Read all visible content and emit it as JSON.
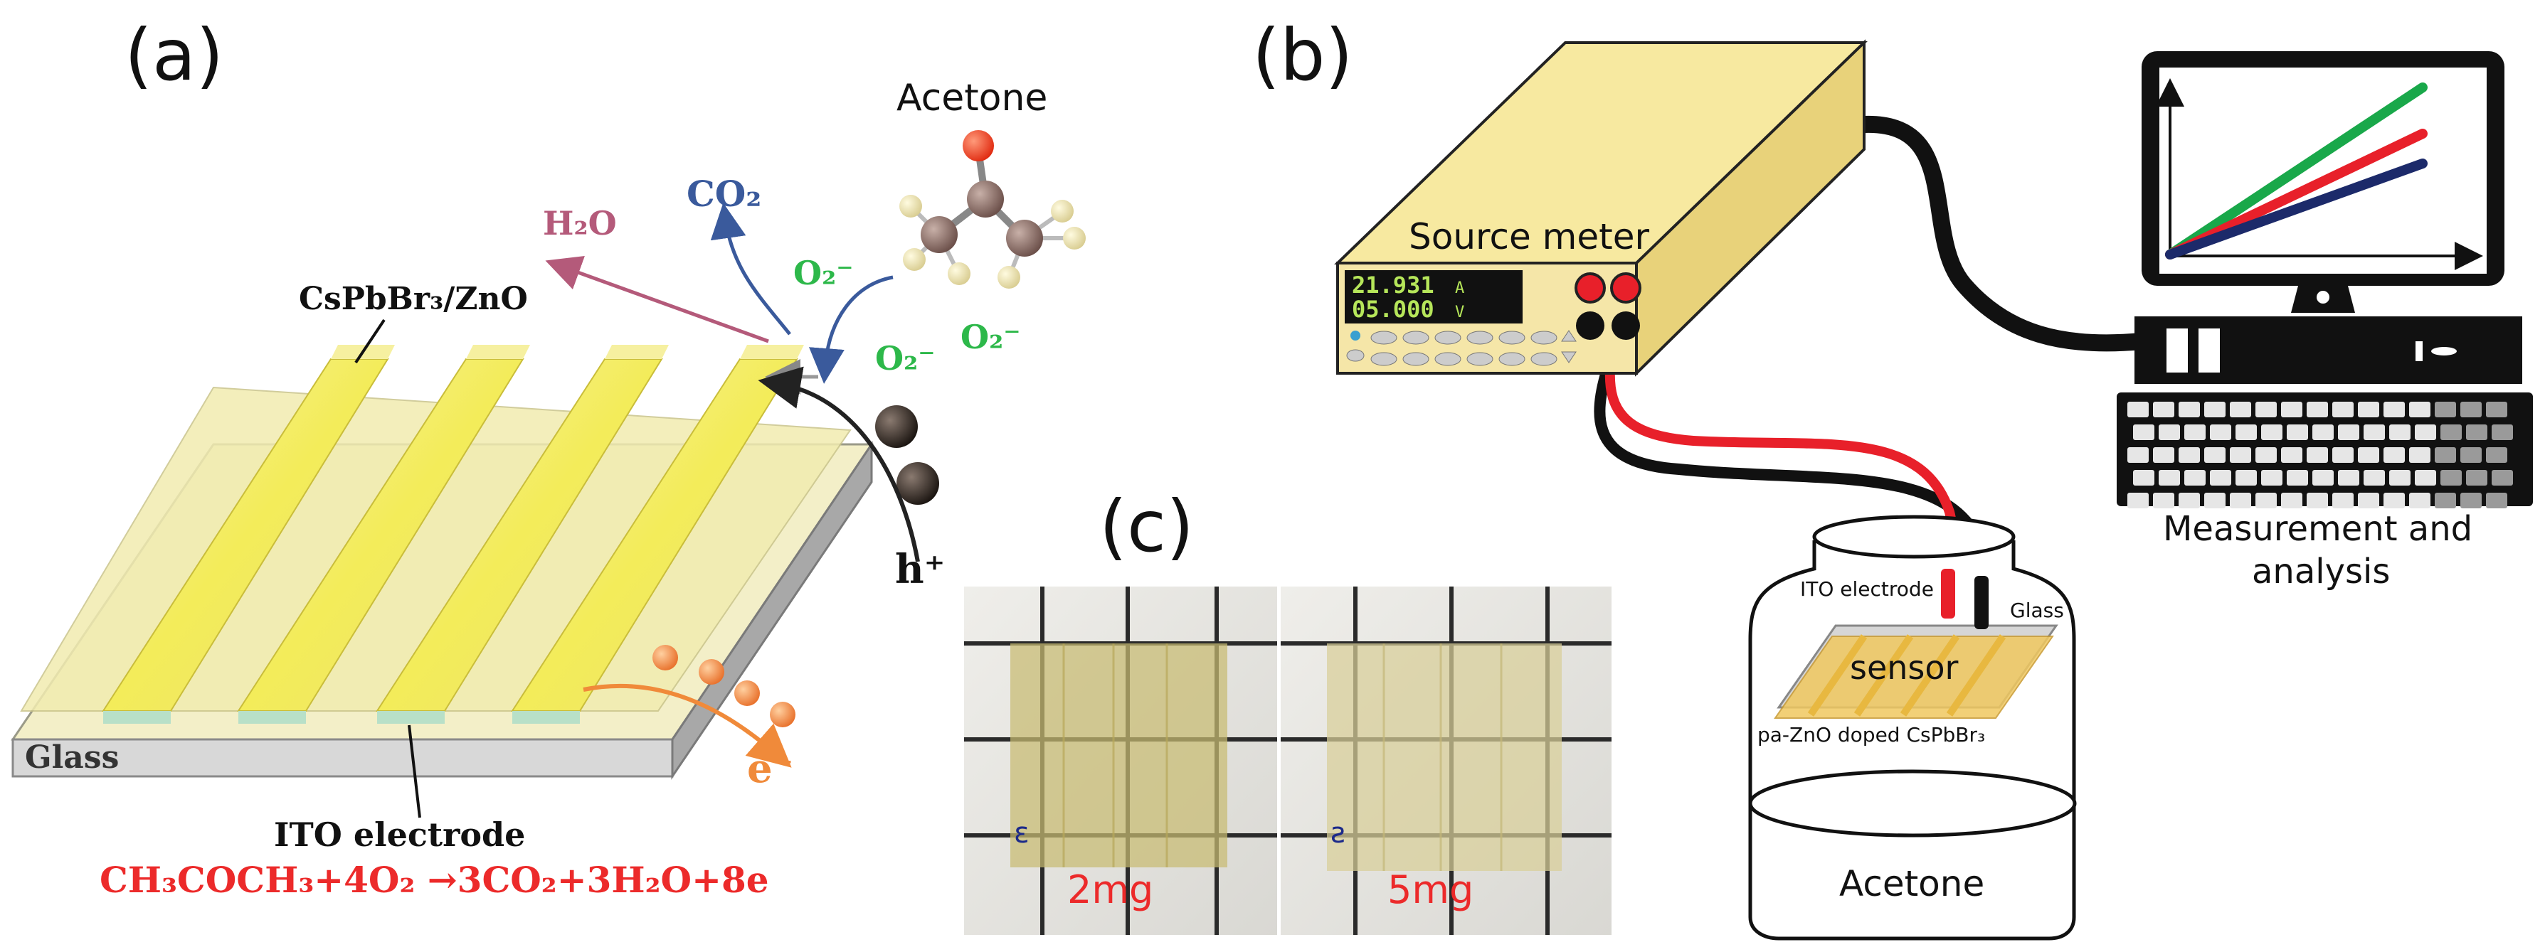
{
  "panel_a": {
    "label": "(a)",
    "acetone_label": "Acetone",
    "h2o_label": "H₂O",
    "co2_label": "CO₂",
    "o2_minus_label": "O₂⁻",
    "layer_label": "CsPbBr₃/ZnO",
    "glass_label": "Glass",
    "ito_label": "ITO electrode",
    "hole_label": "h⁺",
    "electron_label": "e⁻",
    "reaction": "CH₃COCH₃+4O₂ →3CO₂+3H₂O+8e"
  },
  "panel_b": {
    "label": "(b)",
    "source_meter_label": "Source meter",
    "display_line1": "21.931",
    "display_unit1": "A",
    "display_line2": "05.000",
    "display_unit2": "V",
    "computer_label_line1": "Measurement and",
    "computer_label_line2": "analysis",
    "jar_ito_label": "ITO electrode",
    "jar_glass_label": "Glass",
    "jar_sensor_label": "sensor",
    "jar_film_label": "pa-ZnO doped CsPbBr₃",
    "jar_liquid_label": "Acetone"
  },
  "panel_c": {
    "label": "(c)",
    "left_sample_label": "2mg",
    "right_sample_label": "5mg"
  },
  "colors": {
    "stripe_yellow": "#f4ef7a",
    "substrate": "#f3efb8",
    "meter_body": "#f7e9a0",
    "reaction_red": "#ec2a2a",
    "o2_green": "#2db84a",
    "co2_blue": "#3a5a9c",
    "h2o_pink": "#b45a7a",
    "electron_orange": "#f08a3a",
    "line_green": "#19a84a",
    "line_red": "#e8202a",
    "line_navy": "#1c2a6a"
  }
}
